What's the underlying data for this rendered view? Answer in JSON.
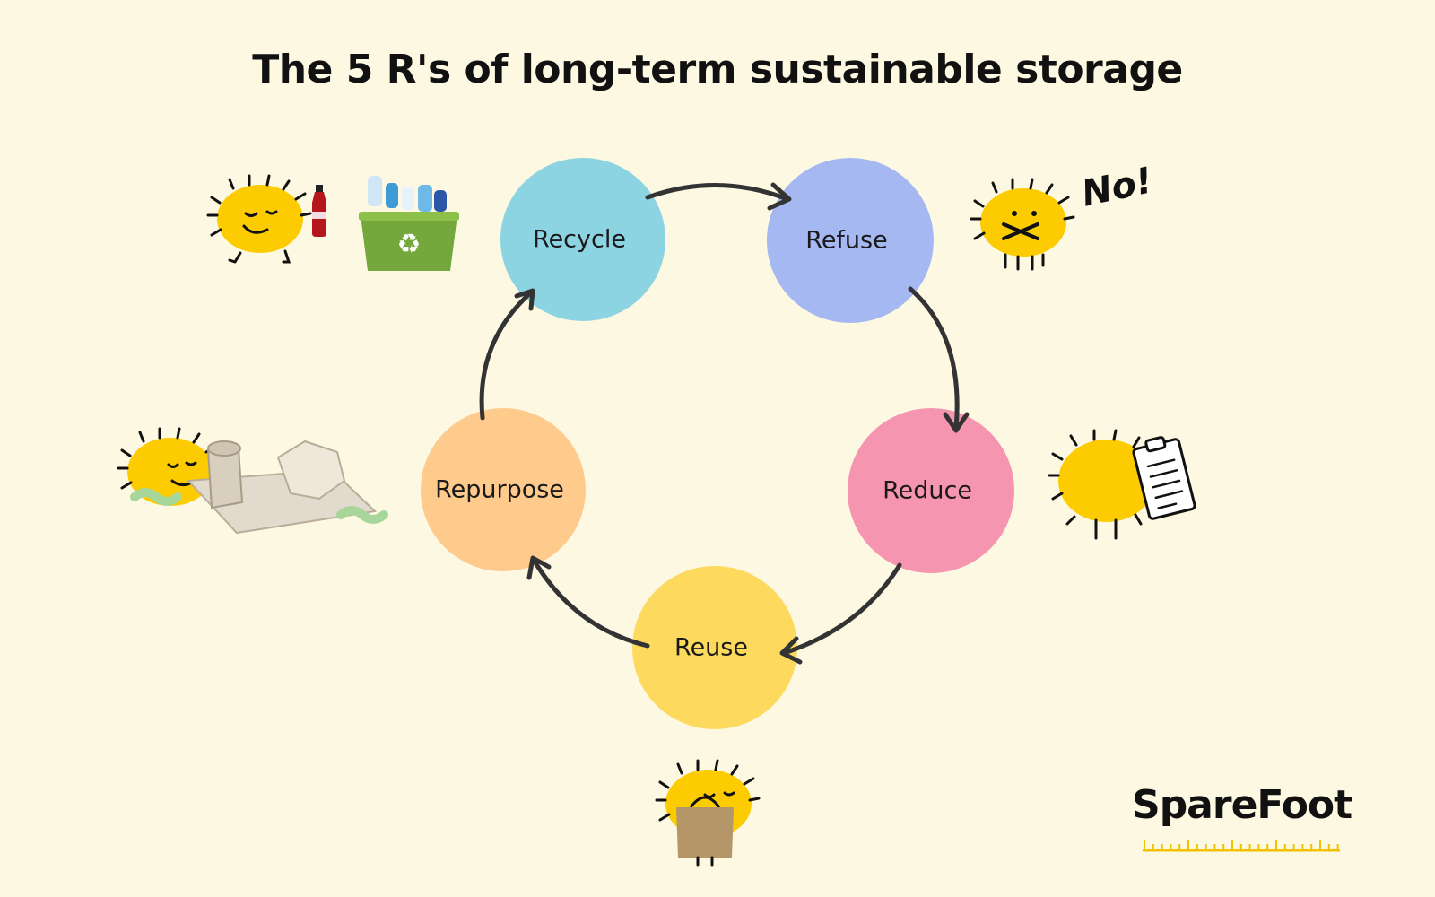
{
  "title": "The 5 R's of long-term sustainable storage",
  "nodes": [
    {
      "id": "recycle",
      "label": "Recycle",
      "color": "#8dd4e3"
    },
    {
      "id": "refuse",
      "label": "Refuse",
      "color": "#a5b8f2"
    },
    {
      "id": "reduce",
      "label": "Reduce",
      "color": "#f595b0"
    },
    {
      "id": "reuse",
      "label": "Reuse",
      "color": "#fdd95e"
    },
    {
      "id": "repurpose",
      "label": "Repurpose",
      "color": "#fecb8d"
    }
  ],
  "cycle": [
    "recycle",
    "refuse",
    "reduce",
    "reuse",
    "repurpose"
  ],
  "exclamation": "No!",
  "brand": "SpareFoot",
  "colors": {
    "background": "#fdf8e2",
    "mascot": "#fccb00",
    "arrow": "#333333",
    "brand_accent": "#f2c200"
  },
  "icons": [
    "mascot-icon",
    "recycling-bin-icon",
    "soda-bottle-icon",
    "clipboard-icon",
    "newspaper-icon",
    "paper-bag-icon"
  ]
}
